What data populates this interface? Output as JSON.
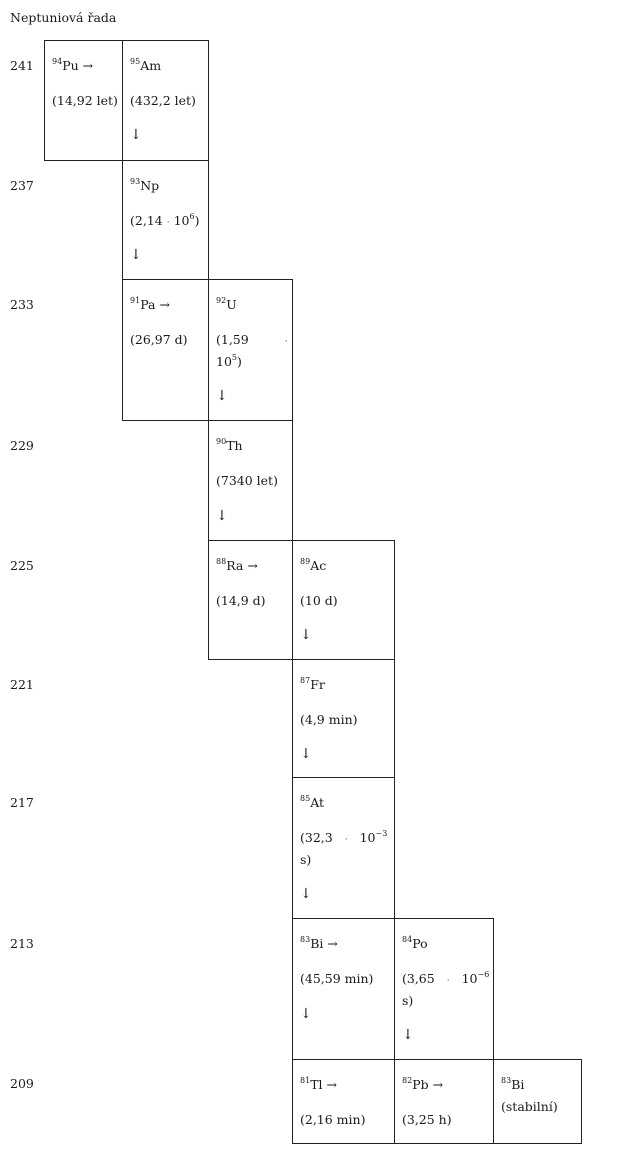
{
  "title": "Neptuniová řada",
  "rows": [
    "241",
    "237",
    "233",
    "229",
    "225",
    "221",
    "217",
    "213",
    "209"
  ],
  "cells": {
    "pu241": {
      "z": "94",
      "sym": "Pu",
      "arrow": "→",
      "hl": "(14,92 let)"
    },
    "am241": {
      "z": "95",
      "sym": "Am",
      "hl": "(432,2 let)",
      "down": "↓"
    },
    "np237": {
      "z": "93",
      "sym": "Np",
      "hl_a": "(2,14",
      "hl_dot": "·",
      "hl_b": "10",
      "hl_exp": "6",
      "hl_c": ")",
      "down": "↓"
    },
    "pa233": {
      "z": "91",
      "sym": "Pa",
      "arrow": "→",
      "hl": "(26,97 d)"
    },
    "u233": {
      "z": "92",
      "sym": "U",
      "hl_a": "(1,59",
      "hl_dot": "·",
      "hl_b": "10",
      "hl_exp": "5",
      "hl_c": ")",
      "down": "↓"
    },
    "th229": {
      "z": "90",
      "sym": "Th",
      "hl": "(7340 let)",
      "down": "↓"
    },
    "ra225": {
      "z": "88",
      "sym": "Ra",
      "arrow": "→",
      "hl": "(14,9 d)"
    },
    "ac225": {
      "z": "89",
      "sym": "Ac",
      "hl": "(10 d)",
      "down": "↓"
    },
    "fr221": {
      "z": "87",
      "sym": "Fr",
      "hl": "(4,9 min)",
      "down": "↓"
    },
    "at217": {
      "z": "85",
      "sym": "At",
      "hl_a": "(32,3",
      "hl_dot": "·",
      "hl_b": "10",
      "hl_exp": "−3",
      "hl_c": "s)",
      "down": "↓"
    },
    "bi213": {
      "z": "83",
      "sym": "Bi",
      "arrow": "→",
      "hl": "(45,59 min)",
      "down": "↓"
    },
    "po213": {
      "z": "84",
      "sym": "Po",
      "hl_a": "(3,65",
      "hl_dot": "·",
      "hl_b": "10",
      "hl_exp": "−6",
      "hl_c": "s)",
      "down": "↓"
    },
    "tl209": {
      "z": "81",
      "sym": "Tl",
      "arrow": "→",
      "hl": "(2,16 min)"
    },
    "pb209": {
      "z": "82",
      "sym": "Pb",
      "arrow": "→",
      "hl": "(3,25 h)"
    },
    "bi209": {
      "z": "83",
      "sym": "Bi",
      "hl": "(stabilní)"
    }
  }
}
